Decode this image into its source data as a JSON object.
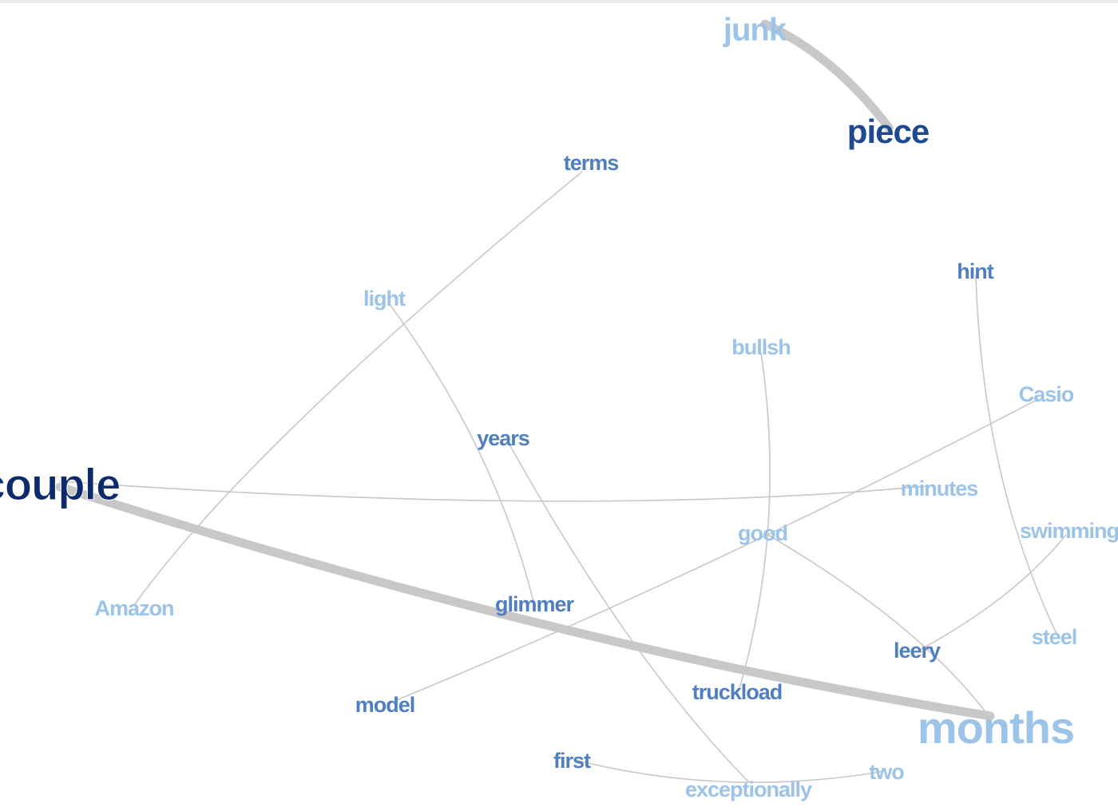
{
  "colors": {
    "edge": "#c8c8c8",
    "dark": "#0d2b6b",
    "darkmid": "#1f4a8f",
    "mid": "#4f7fbf",
    "light": "#9cc3e8",
    "background": "#ffffff"
  },
  "nodes": [
    {
      "id": "junk",
      "label": "junk",
      "tone": "light"
    },
    {
      "id": "piece",
      "label": "piece",
      "tone": "darkmid"
    },
    {
      "id": "terms",
      "label": "terms",
      "tone": "mid"
    },
    {
      "id": "hint",
      "label": "hint",
      "tone": "mid"
    },
    {
      "id": "light",
      "label": "light",
      "tone": "light"
    },
    {
      "id": "bullsh",
      "label": "bullsh",
      "tone": "light"
    },
    {
      "id": "casio",
      "label": "Casio",
      "tone": "light"
    },
    {
      "id": "years",
      "label": "years",
      "tone": "mid"
    },
    {
      "id": "couple",
      "label": "couple",
      "tone": "dark"
    },
    {
      "id": "minutes",
      "label": "minutes",
      "tone": "light"
    },
    {
      "id": "good",
      "label": "good",
      "tone": "light"
    },
    {
      "id": "swimming",
      "label": "swimming",
      "tone": "light"
    },
    {
      "id": "amazon",
      "label": "Amazon",
      "tone": "light"
    },
    {
      "id": "glimmer",
      "label": "glimmer",
      "tone": "mid"
    },
    {
      "id": "steel",
      "label": "steel",
      "tone": "light"
    },
    {
      "id": "leery",
      "label": "leery",
      "tone": "mid"
    },
    {
      "id": "truckload",
      "label": "truckload",
      "tone": "mid"
    },
    {
      "id": "model",
      "label": "model",
      "tone": "mid"
    },
    {
      "id": "months",
      "label": "months",
      "tone": "light"
    },
    {
      "id": "first",
      "label": "first",
      "tone": "mid"
    },
    {
      "id": "two",
      "label": "two",
      "tone": "light"
    },
    {
      "id": "exceptionally",
      "label": "exceptionally",
      "tone": "light"
    }
  ],
  "edges": [
    {
      "source": "junk",
      "target": "piece",
      "weight": "heavy"
    },
    {
      "source": "couple",
      "target": "months",
      "weight": "heavy"
    },
    {
      "source": "couple",
      "target": "minutes",
      "weight": "light"
    },
    {
      "source": "terms",
      "target": "amazon",
      "weight": "light"
    },
    {
      "source": "light",
      "target": "glimmer",
      "weight": "light"
    },
    {
      "source": "years",
      "target": "exceptionally",
      "weight": "light"
    },
    {
      "source": "bullsh",
      "target": "truckload",
      "weight": "light"
    },
    {
      "source": "casio",
      "target": "model",
      "weight": "light"
    },
    {
      "source": "hint",
      "target": "steel",
      "weight": "light"
    },
    {
      "source": "good",
      "target": "months",
      "weight": "light"
    },
    {
      "source": "swimming",
      "target": "leery",
      "weight": "light"
    },
    {
      "source": "first",
      "target": "two",
      "weight": "light"
    }
  ]
}
